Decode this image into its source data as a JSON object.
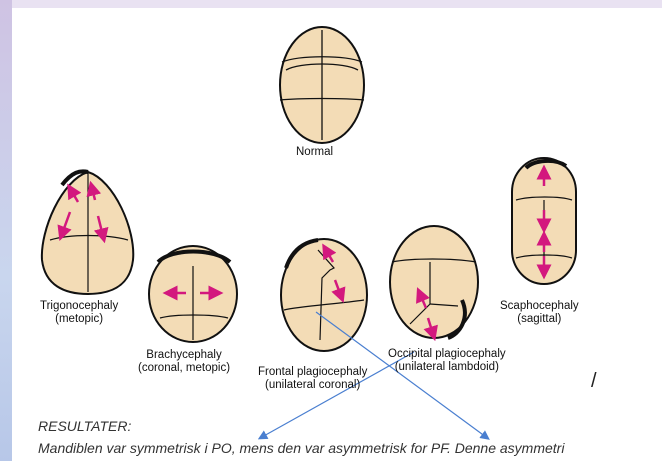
{
  "diagram": {
    "normal": "Normal",
    "trigonocephaly": [
      "Trigonocephaly",
      "(metopic)"
    ],
    "brachycephaly": [
      "Brachycephaly",
      "(coronal, metopic)"
    ],
    "frontal": [
      "Frontal plagiocephaly",
      "(unilateral coronal)"
    ],
    "occipital": [
      "Occipital plagiocephaly",
      "(unilateral lambdoid)"
    ],
    "scaphocephaly": [
      "Scaphocephaly",
      "(sagittal)"
    ]
  },
  "annotation_mark": "/",
  "results": {
    "title": "RESULTATER:",
    "body": "Mandiblen var symmetrisk i PO, mens den var asymmetrisk for PF. Denne asymmetri"
  },
  "colors": {
    "skull_fill": "#f3dcb6",
    "arrow_magenta": "#d3187e",
    "annotation_blue": "#4a7fd0"
  }
}
